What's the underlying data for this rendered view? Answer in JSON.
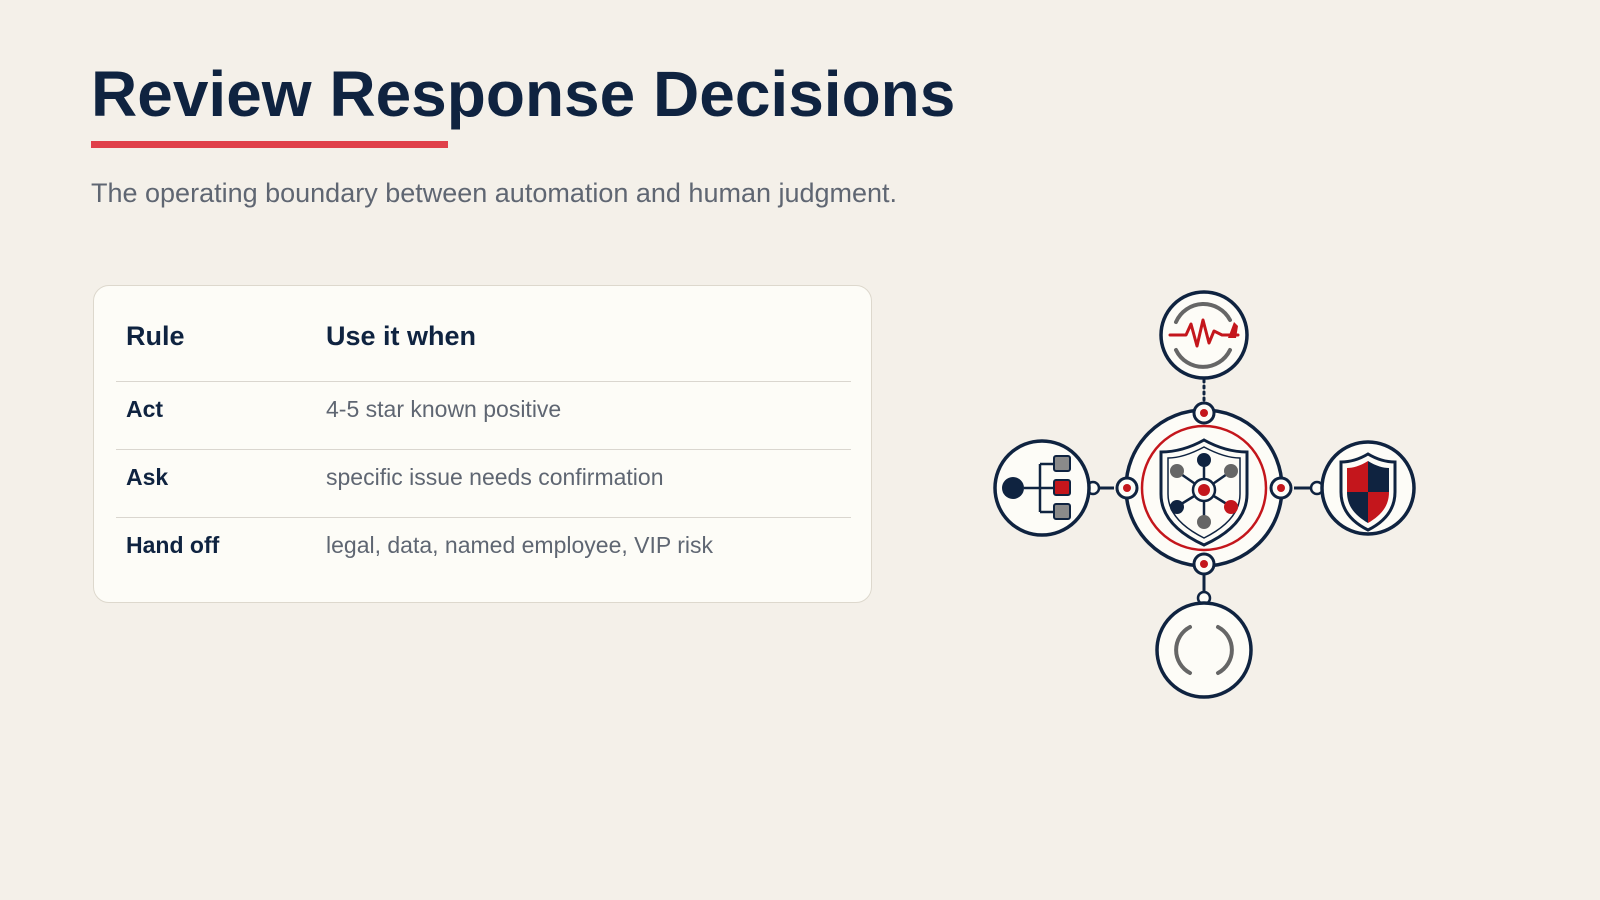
{
  "slide": {
    "title": "Review Response Decisions",
    "subtitle": "The operating boundary between automation and human judgment.",
    "accent_color": "#e0404a",
    "title_color": "#0f2340"
  },
  "table": {
    "headers": [
      "Rule",
      "Use it when"
    ],
    "rows": [
      {
        "rule": "Act",
        "when": "4-5 star known positive"
      },
      {
        "rule": "Ask",
        "when": "specific issue needs confirmation"
      },
      {
        "rule": "Hand off",
        "when": "legal, data, named employee, VIP risk"
      }
    ]
  },
  "graphic": {
    "center_icon": "shield-network-icon",
    "top_icon": "heartbeat-monitor-icon",
    "left_icon": "workflow-tree-icon",
    "right_icon": "security-shield-icon",
    "bottom_icon": "empty-bracket-icon"
  }
}
